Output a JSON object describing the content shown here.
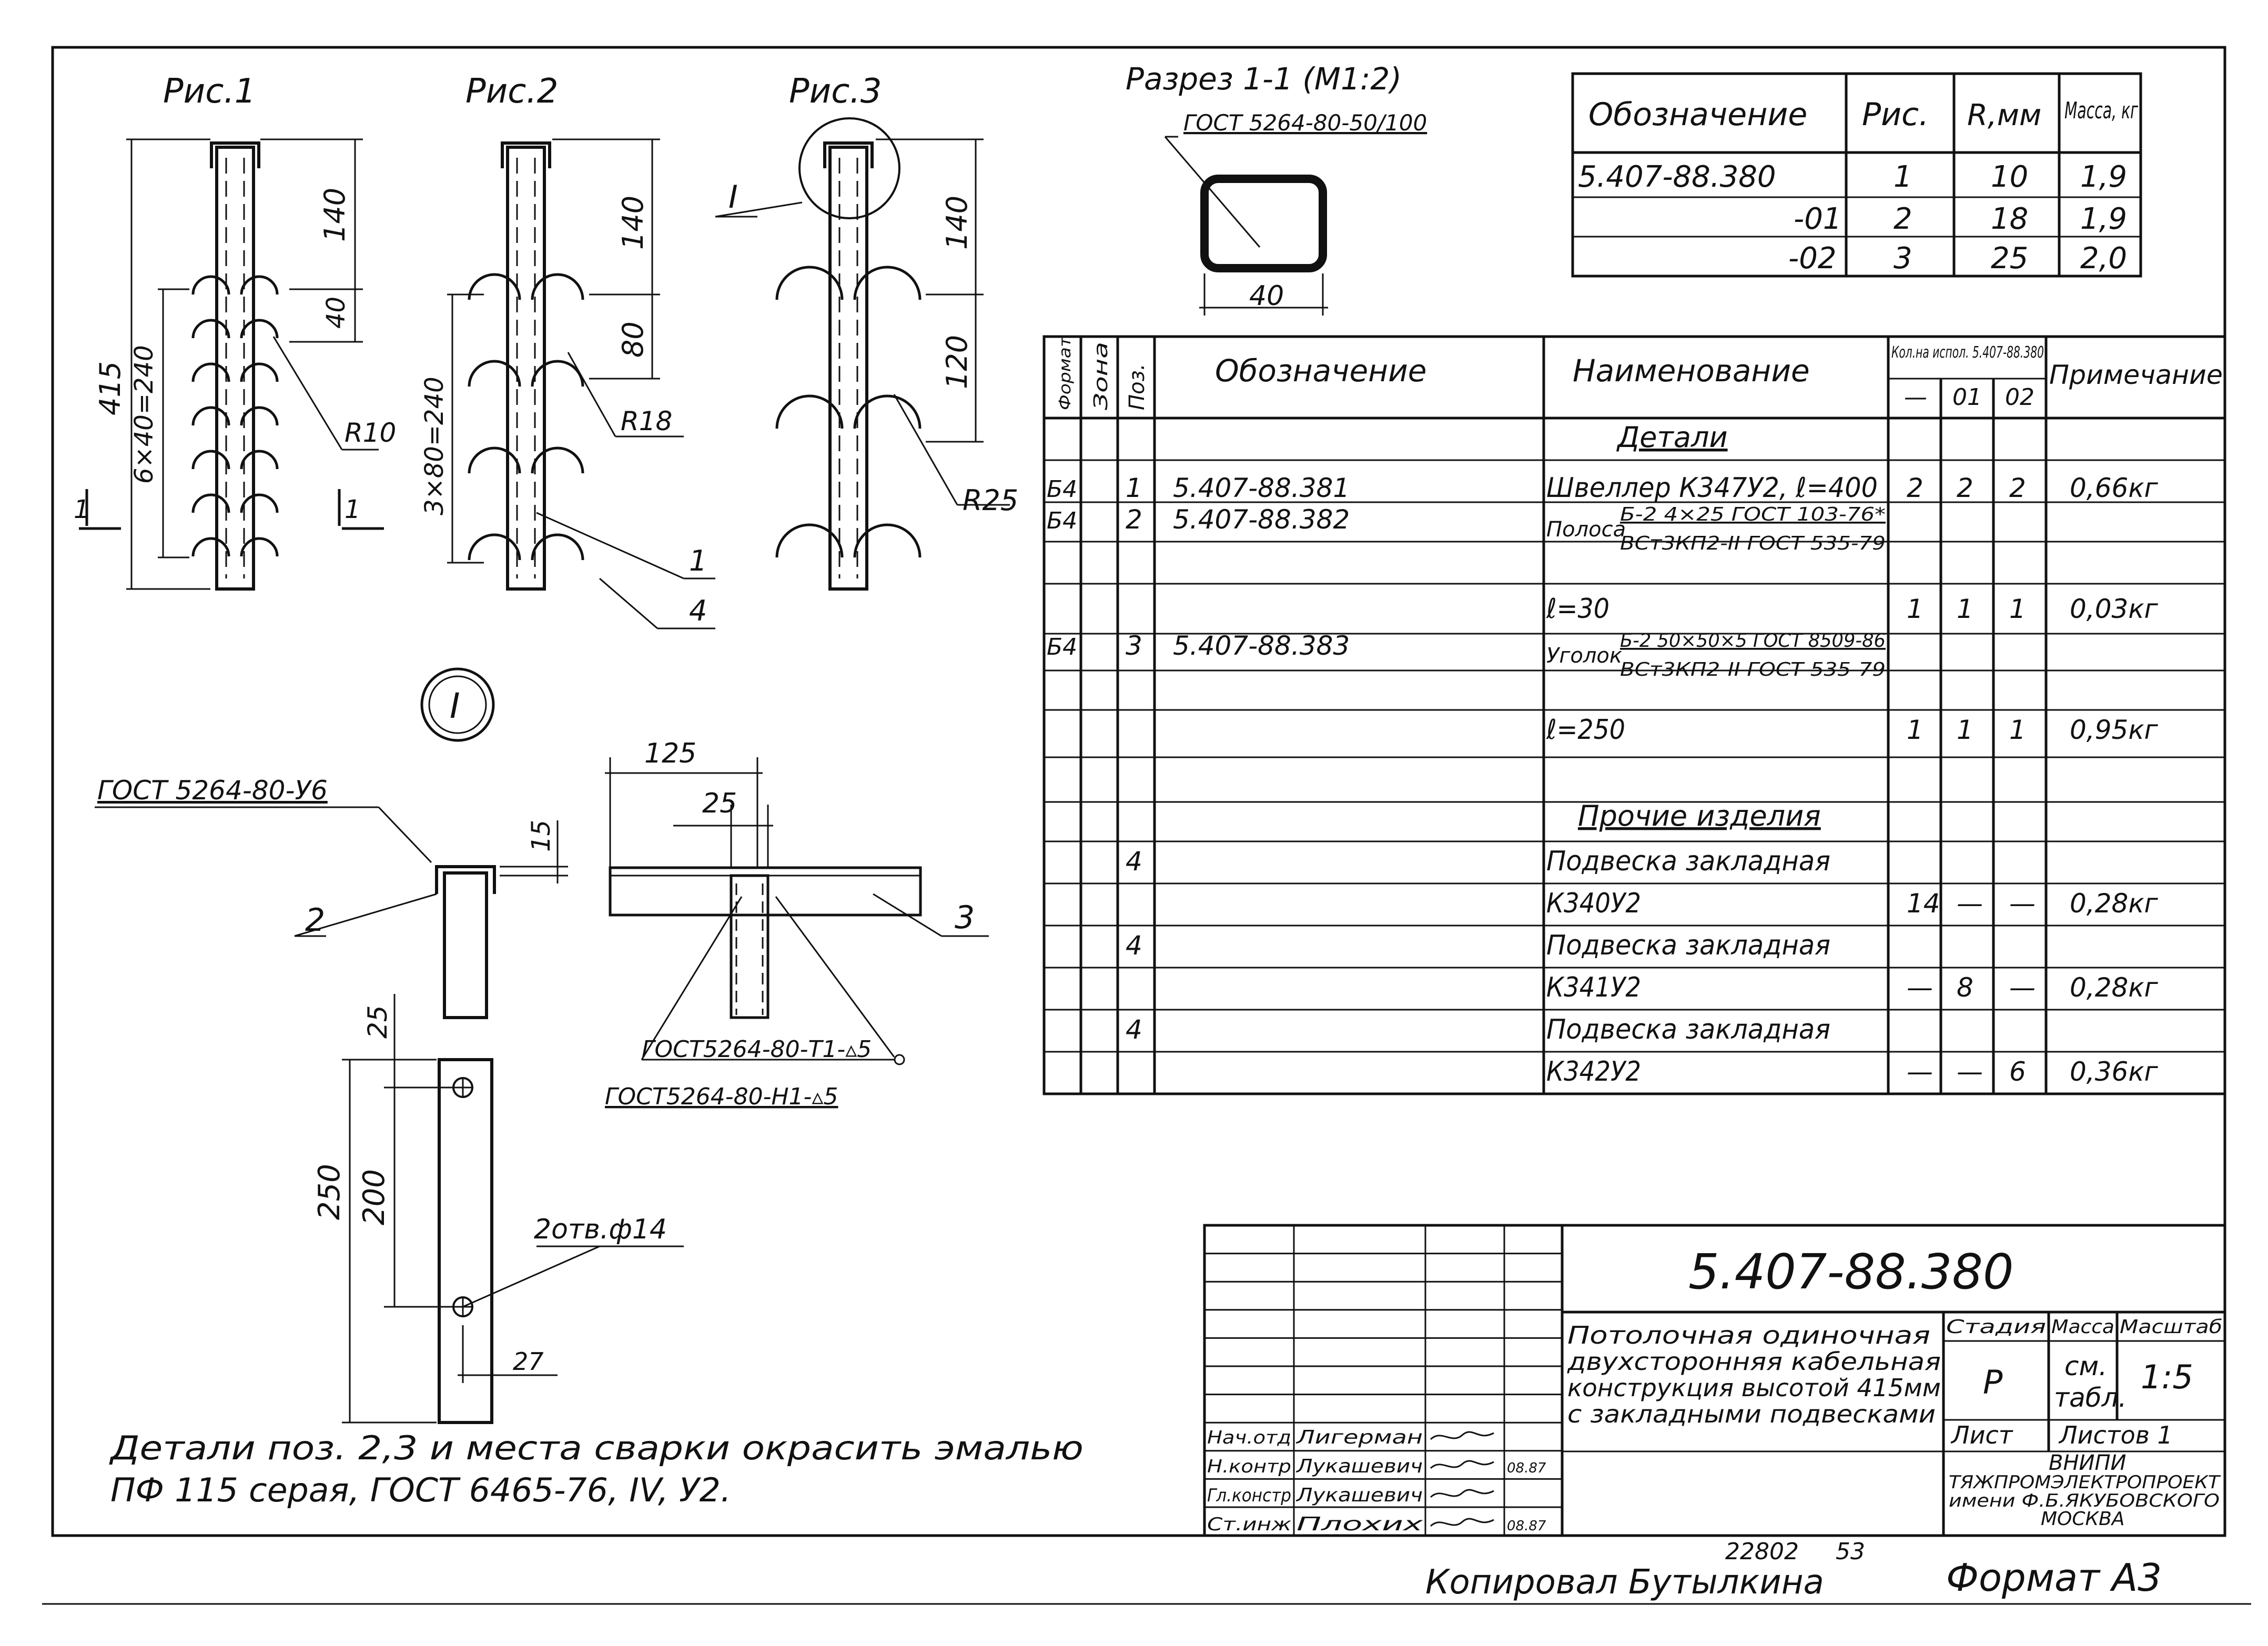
{
  "figures": {
    "fig1_label": "Рис.1",
    "fig2_label": "Рис.2",
    "fig3_label": "Рис.3",
    "fig1": {
      "dim_top": "140",
      "dim_step": "40",
      "dim_total": "415",
      "dim_chain": "6×40=240",
      "radius": "R10",
      "section_mark": "1"
    },
    "fig2": {
      "dim_top": "140",
      "dim_step": "80",
      "dim_chain": "3×80=240",
      "radius": "R18",
      "pos1": "1",
      "pos4": "4"
    },
    "fig3": {
      "dim_top": "140",
      "dim_step": "120",
      "radius": "R25",
      "node_mark": "I"
    }
  },
  "section": {
    "title": "Разрез 1-1 (М1:2)",
    "gost": "ГОСТ 5264-80-50/100",
    "width": "40"
  },
  "version_table": {
    "headers": [
      "Обозначение",
      "Рис.",
      "R,мм",
      "Масса, кг"
    ],
    "rows": [
      [
        "5.407-88.380",
        "1",
        "10",
        "1,9"
      ],
      [
        "-01",
        "2",
        "18",
        "1,9"
      ],
      [
        "-02",
        "3",
        "25",
        "2,0"
      ]
    ]
  },
  "spec_table": {
    "h_format": "Формат",
    "h_zone": "Зона",
    "h_pos": "Поз.",
    "h_designation": "Обозначение",
    "h_name": "Наименование",
    "h_qty": "Кол.на испол. 5.407-88.380",
    "h_qty_cols": [
      "—",
      "01",
      "02"
    ],
    "h_note": "Примечание",
    "section_details": "Детали",
    "section_other": "Прочие изделия",
    "rows": [
      {
        "fmt": "Б4",
        "pos": "1",
        "des": "5.407-88.381",
        "name": "Швеллер К347У2, ℓ=400",
        "q0": "2",
        "q1": "2",
        "q2": "2",
        "note": "0,66кг"
      },
      {
        "fmt": "Б4",
        "pos": "2",
        "des": "5.407-88.382",
        "name_a": "Полоса",
        "name_b": "Б-2 4×25 ГОСТ 103-76*",
        "name_c": "ВСт3КП2-II ГОСТ 535-79"
      },
      {
        "name": "ℓ=30",
        "q0": "1",
        "q1": "1",
        "q2": "1",
        "note": "0,03кг"
      },
      {
        "fmt": "Б4",
        "pos": "3",
        "des": "5.407-88.383",
        "name_a": "Уголок",
        "name_b": "Б-2 50×50×5 ГОСТ 8509-86",
        "name_c": "ВСт3КП2-II ГОСТ 535-79"
      },
      {
        "name": "ℓ=250",
        "q0": "1",
        "q1": "1",
        "q2": "1",
        "note": "0,95кг"
      },
      {
        "pos": "4",
        "name": "Подвеска закладная"
      },
      {
        "name": "К340У2",
        "q0": "14",
        "q1": "—",
        "q2": "—",
        "note": "0,28кг"
      },
      {
        "pos": "4",
        "name": "Подвеска закладная"
      },
      {
        "name": "К341У2",
        "q0": "—",
        "q1": "8",
        "q2": "—",
        "note": "0,28кг"
      },
      {
        "pos": "4",
        "name": "Подвеска закладная"
      },
      {
        "name": "К342У2",
        "q0": "—",
        "q1": "—",
        "q2": "6",
        "note": "0,36кг"
      }
    ]
  },
  "node_detail": {
    "mark": "I",
    "gost_u6": "ГОСТ 5264-80-У6",
    "dim_15": "15",
    "pos2": "2",
    "dim_125": "125",
    "dim_25": "25",
    "pos3": "3",
    "gost_t1": "ГОСТ5264-80-Т1-▵5",
    "gost_n1": "ГОСТ5264-80-Н1-▵5"
  },
  "strip_detail": {
    "dim_25": "25",
    "dim_250": "250",
    "dim_200": "200",
    "holes": "2отв.ф14",
    "dim_27": "27"
  },
  "note_text_1": "Детали поз. 2,3 и места сварки окрасить эмалью",
  "note_text_2": "ПФ 115 серая, ГОСТ 6465-76, IV, У2.",
  "title_block": {
    "code": "5.407-88.380",
    "title_lines": [
      "Потолочная одиночная",
      "двухсторонняя кабельная",
      "конструкция высотой 415мм",
      "с закладными подвесками"
    ],
    "stage_label": "Стадия",
    "mass_label": "Масса",
    "scale_label": "Масштаб",
    "stage": "Р",
    "mass_a": "см.",
    "mass_b": "табл.",
    "scale": "1:5",
    "sheet_label": "Лист",
    "sheets_label": "Листов 1",
    "org_lines": [
      "ВНИПИ",
      "ТЯЖПРОМЭЛЕКТРОПРОЕКТ",
      "имени Ф.Б.ЯКУБОВСКОГО",
      "МОСКВА"
    ],
    "signatures": [
      {
        "role": "Нач.отд",
        "name": "Лигерман",
        "date": ""
      },
      {
        "role": "Н.контр",
        "name": "Лукашевич",
        "date": "08.87"
      },
      {
        "role": "Гл.констр",
        "name": "Лукашевич",
        "date": ""
      },
      {
        "role": "Ст.инж",
        "name": "Плохих",
        "date": "08.87"
      }
    ]
  },
  "footer": {
    "archive_no": "22802",
    "page_no": "53",
    "copied_by": "Копировал Бутылкина",
    "format": "Формат А3"
  }
}
